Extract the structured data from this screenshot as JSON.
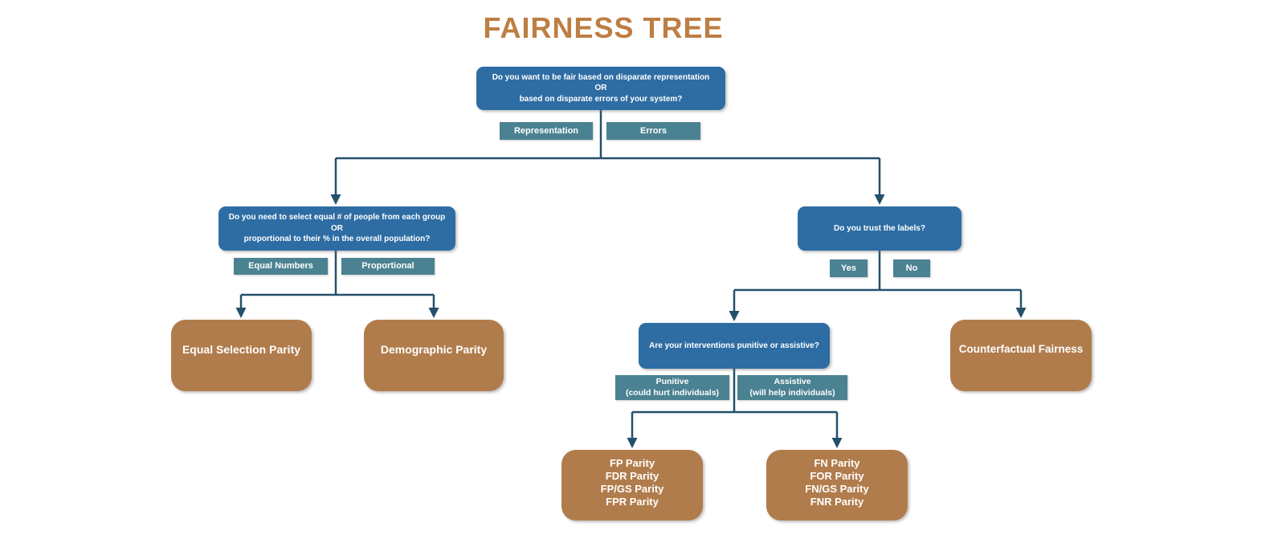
{
  "title": "FAIRNESS TREE",
  "colors": {
    "question_node": "#2e6da4",
    "branch_label": "#4a8292",
    "result_node": "#b17c4b",
    "title_text": "#bd7e43",
    "connector": "#24506b"
  },
  "tree": {
    "root": {
      "question": "Do you want to be fair based on disparate representation\nOR\nbased on disparate errors of your system?",
      "branch_left": "Representation",
      "branch_right": "Errors"
    },
    "selection": {
      "question": "Do you need to select equal # of people from each group\nOR\nproportional to their % in the overall population?",
      "branch_left": "Equal Numbers",
      "branch_right": "Proportional"
    },
    "trust": {
      "question": "Do you trust the labels?",
      "branch_left": "Yes",
      "branch_right": "No"
    },
    "interventions": {
      "question": "Are your interventions punitive or assistive?",
      "branch_left": "Punitive\n(could hurt individuals)",
      "branch_right": "Assistive\n(will help individuals)"
    },
    "leaves": {
      "equal_selection": "Equal Selection Parity",
      "demographic": "Demographic Parity",
      "counterfactual": "Counterfactual Fairness",
      "punitive_metrics": "FP Parity\nFDR Parity\nFP/GS Parity\nFPR Parity",
      "assistive_metrics": "FN Parity\nFOR Parity\nFN/GS Parity\nFNR Parity"
    }
  }
}
